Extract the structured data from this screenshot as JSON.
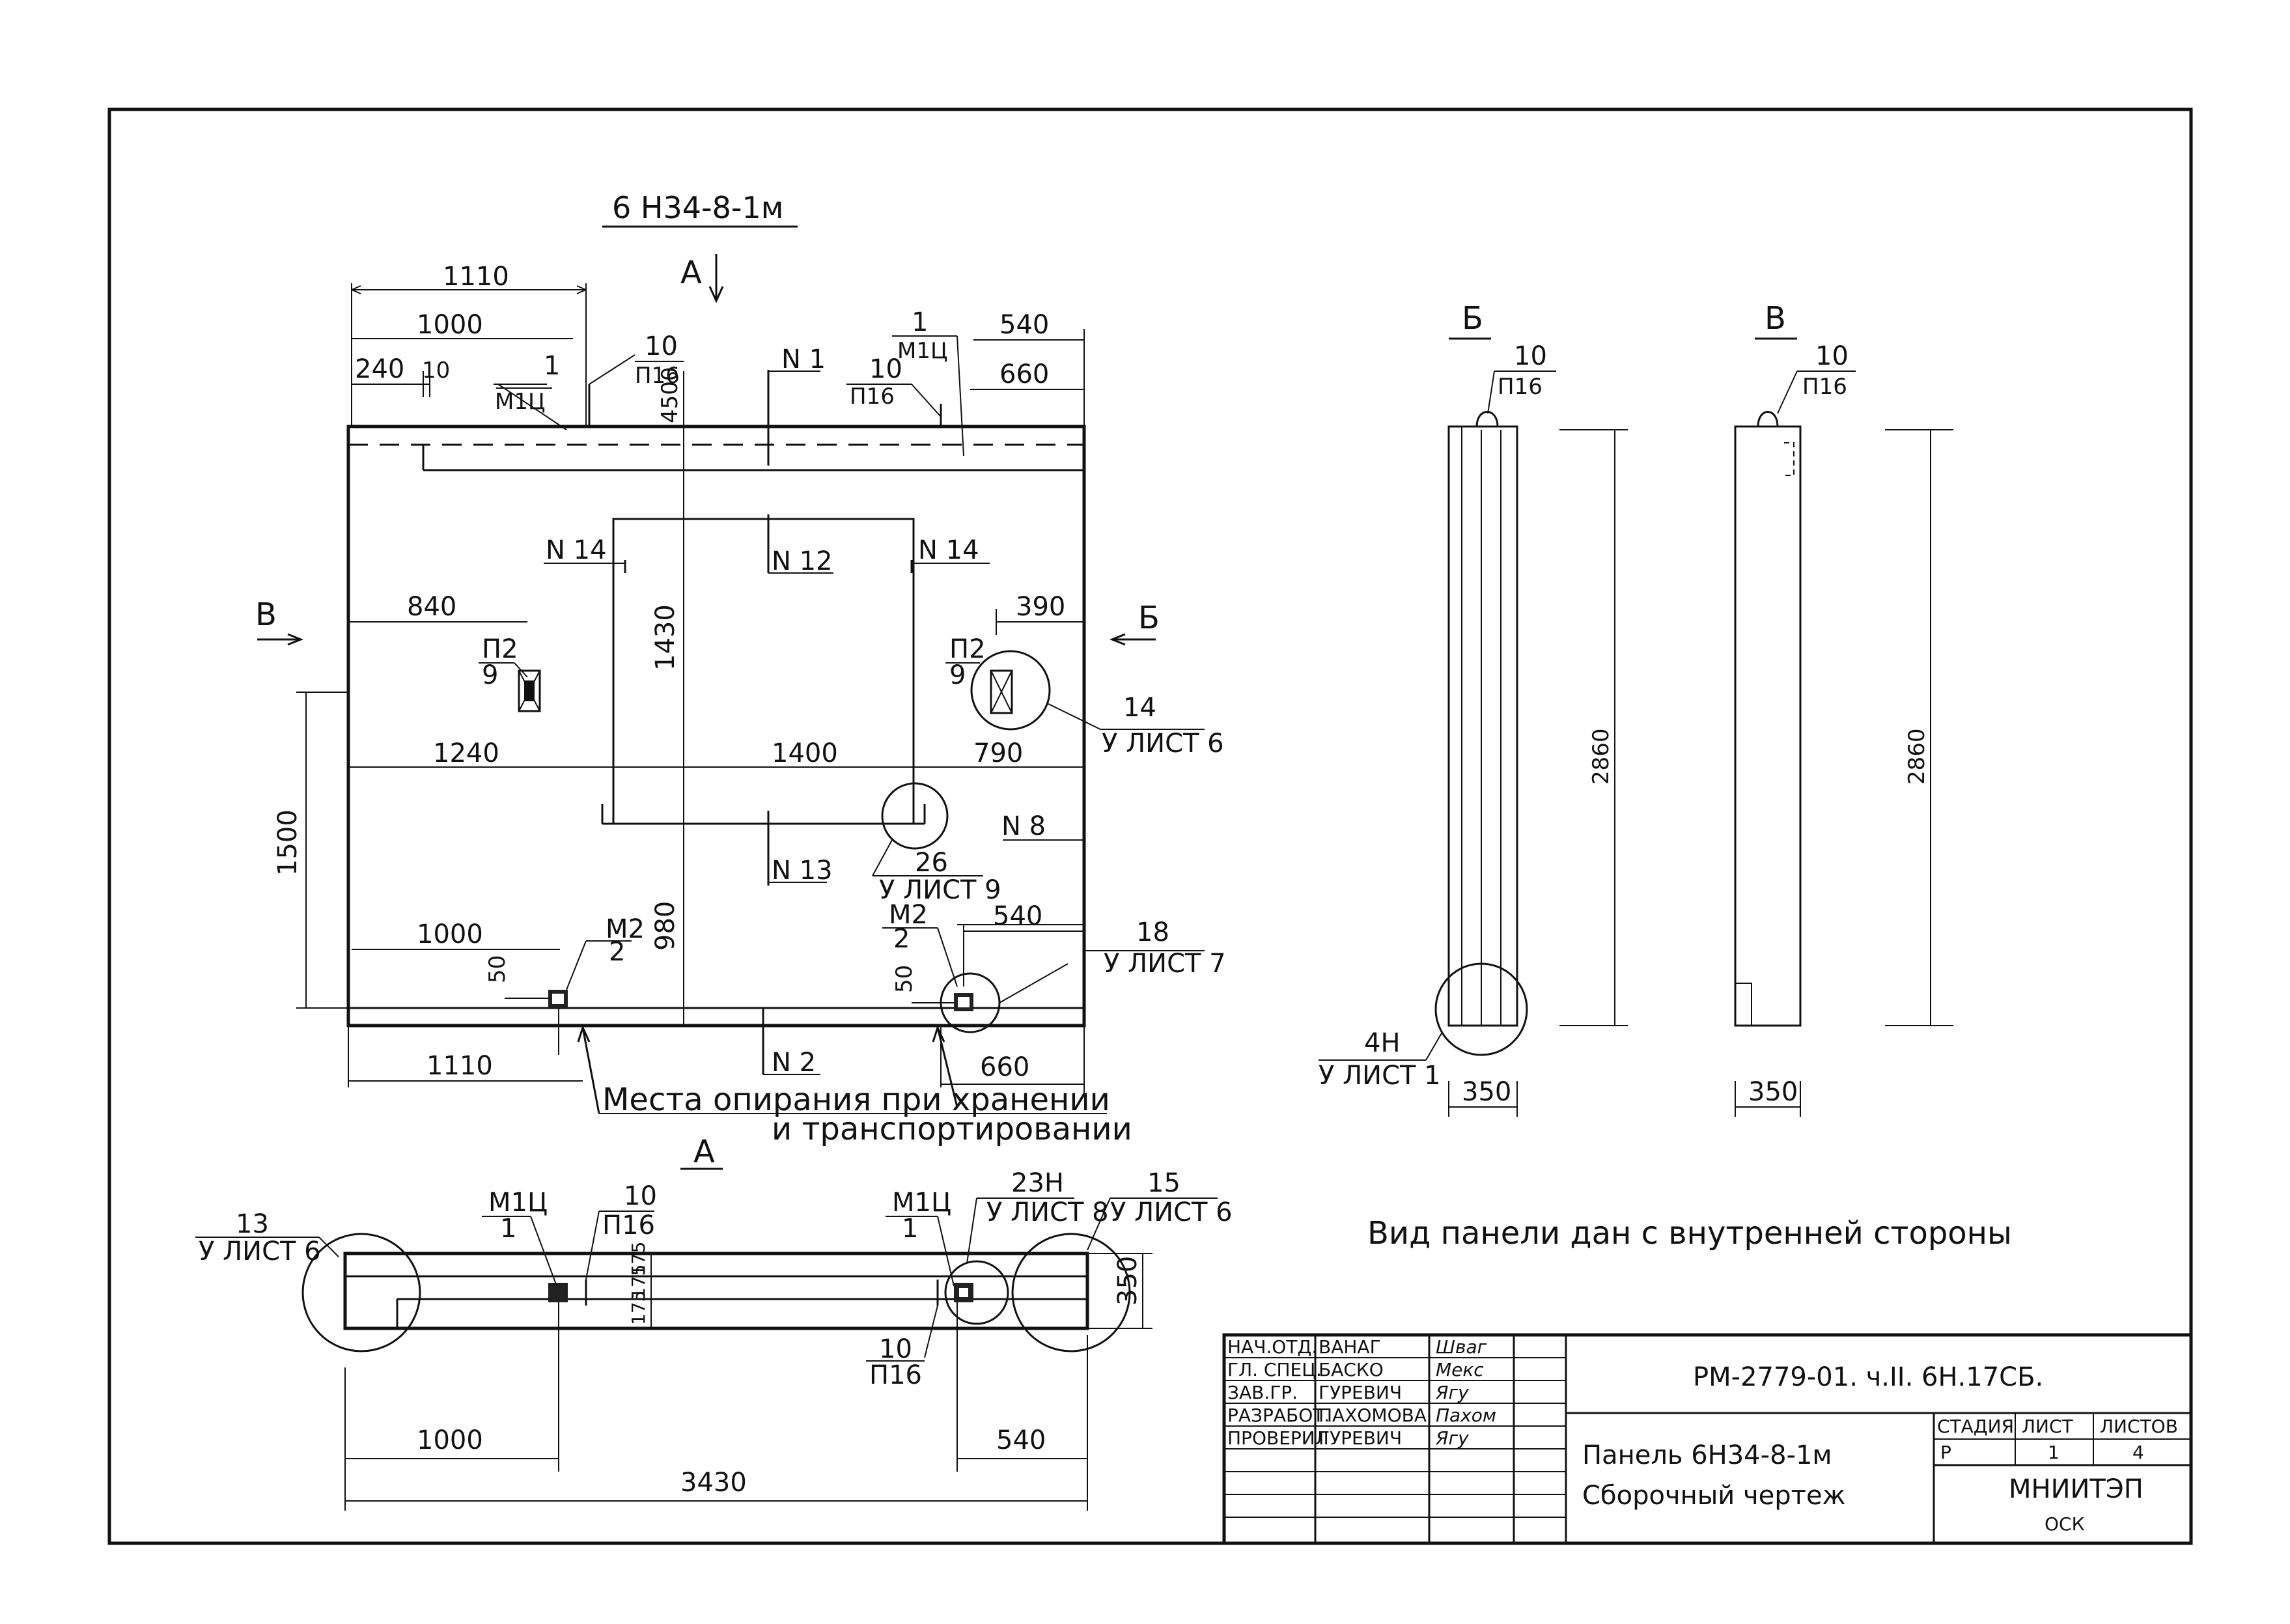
{
  "labels": {
    "view_title": "6 Н34-8-1м",
    "view_a_top": "А",
    "view_a_bottom": "А",
    "view_b": "Б",
    "view_v": "В",
    "side_b": "Б",
    "side_v": "В",
    "n1": "N 1",
    "n2": "N 2",
    "n8": "N 8",
    "n12": "N 12",
    "n13": "N 13",
    "n14_left": "N 14",
    "n14_right": "N 14",
    "m1_num_left": "1",
    "m1_left": "М1Ц",
    "m1_num_right": "1",
    "m1_right": "М1Ц",
    "p16_num_left": "10",
    "p16_left": "П16",
    "p16_num_right": "10",
    "p16_right": "П16",
    "p2_left": "П2",
    "p2_num_left": "9",
    "p2_right": "П2",
    "p2_num_right": "9",
    "m2_left": "М2",
    "m2_num_left": "2",
    "m2_right": "М2",
    "m2_num_right": "2",
    "note_14_num": "14",
    "note_14_sheet": "У ЛИСТ 6",
    "note_26_num": "26",
    "note_26_sheet": "У ЛИСТ 9",
    "note_18_num": "18",
    "note_18_sheet": "У ЛИСТ 7",
    "support_line1": "Места опирания при хранении",
    "support_line2": "и транспортировании",
    "sec_m1": "М1Ц",
    "sec_m1_num": "1",
    "sec_p16_num": "10",
    "sec_p16": "П16",
    "sec_m1_r": "М1Ц",
    "sec_m1_r_num": "1",
    "sec_23n": "23Н",
    "sec_23n_sheet": "У ЛИСТ 8",
    "sec_15": "15",
    "sec_15_sheet": "У ЛИСТ 6",
    "sec_13": "13",
    "sec_13_sheet": "У ЛИСТ 6",
    "sec_p16_b_num": "10",
    "sec_p16_b": "П16",
    "sv_p16_num_b": "10",
    "sv_p16_b": "П16",
    "sv_p16_num_v": "10",
    "sv_p16_v": "П16",
    "sv_4n": "4Н",
    "sv_4n_sheet": "У ЛИСТ 1",
    "view_note": "Вид панели дан с внутренней стороны"
  },
  "dims": {
    "d1110_top": "1110",
    "d1000_top": "1000",
    "d240": "240",
    "d10": "10",
    "d4500": "4500",
    "d540_top": "540",
    "d660_top": "660",
    "d840": "840",
    "d390": "390",
    "d1430": "1430",
    "d1240": "1240",
    "d1400": "1400",
    "d790": "790",
    "d1500": "1500",
    "d980": "980",
    "d1000_mid": "1000",
    "d50_left": "50",
    "d50_right": "50",
    "d540_mid": "540",
    "d1110_bot": "1110",
    "d660_bot": "660",
    "sec_175a": "175",
    "sec_175b": "175",
    "sec_175c": "175",
    "sec_350": "350",
    "sec_1000": "1000",
    "sec_540": "540",
    "sec_3430": "3430",
    "sv_2860_b": "2860",
    "sv_2860_v": "2860",
    "sv_350_b": "350",
    "sv_350_v": "350"
  },
  "stamp": {
    "rows": [
      {
        "role": "НАЧ.ОТД.",
        "name": "ВАНАГ",
        "sign": "Шваг"
      },
      {
        "role": "ГЛ. СПЕЦ.",
        "name": "БАСКО",
        "sign": "Мекс"
      },
      {
        "role": "ЗАВ.ГР.",
        "name": "ГУРЕВИЧ",
        "sign": "Ягу"
      },
      {
        "role": "РАЗРАБОТ.",
        "name": "ПАХОМОВА",
        "sign": "Пахом"
      },
      {
        "role": "ПРОВЕРИЛ",
        "name": "ГУРЕВИЧ",
        "sign": "Ягу"
      }
    ],
    "doc_code": "РМ-2779-01. ч.II. 6Н.17СБ.",
    "title_line1": "Панель 6Н34-8-1м",
    "title_line2": "Сборочный чертеж",
    "stage_header": "СТАДИЯ",
    "sheet_header": "ЛИСТ",
    "sheets_header": "ЛИСТОВ",
    "stage_value": "Р",
    "sheet_value": "1",
    "sheets_value": "4",
    "org_line1": "МНИИТЭП",
    "org_line2": "ОСК"
  }
}
